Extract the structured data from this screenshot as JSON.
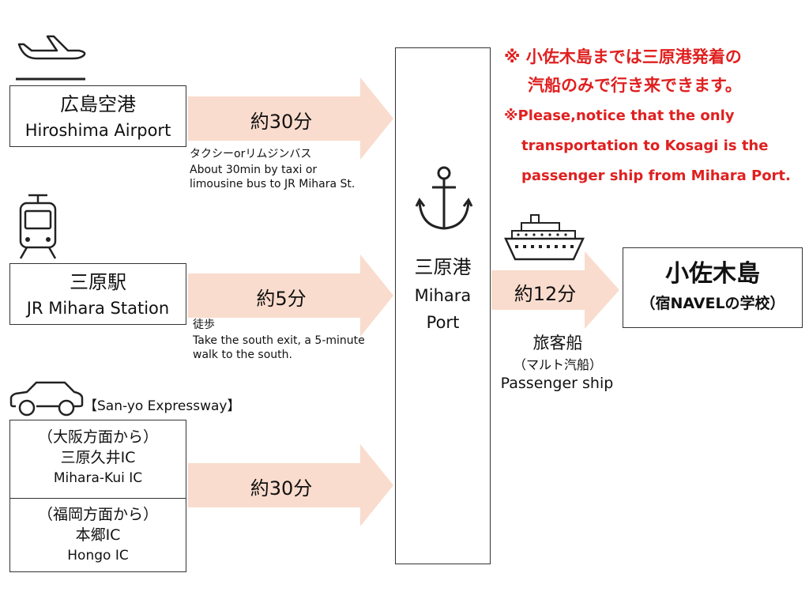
{
  "notice": {
    "jp_line1": "※ 小佐木島までは三原港発着の",
    "jp_line2": "汽船のみで行き来できます。",
    "en_line1": "※Please,notice that the only",
    "en_line2": "transportation to Kosagi is the",
    "en_line3": "passenger ship from Mihara Port."
  },
  "airport": {
    "jp": "広島空港",
    "en": "Hiroshima Airport",
    "time": "約30分",
    "note_jp": "タクシーorリムジンバス",
    "note_en1": "About 30min by taxi or",
    "note_en2": "limousine bus to JR Mihara St."
  },
  "station": {
    "jp": "三原駅",
    "en": "JR Mihara Station",
    "time": "約5分",
    "note_jp": "徒歩",
    "note_en1": "Take the south exit, a 5-minute",
    "note_en2": "walk to the south."
  },
  "car": {
    "expressway": "【San-yo Expressway】",
    "osaka_dir": "（大阪方面から）",
    "osaka_ic_jp": "三原久井IC",
    "osaka_ic_en": "Mihara-Kui IC",
    "fukuoka_dir": "（福岡方面から）",
    "fukuoka_ic_jp": "本郷IC",
    "fukuoka_ic_en": "Hongo IC",
    "time": "約30分"
  },
  "port": {
    "jp": "三原港",
    "en1": "Mihara",
    "en2": "Port"
  },
  "ship": {
    "time": "約12分",
    "jp": "旅客船",
    "sub_jp": "（マルト汽船）",
    "en": "Passenger ship"
  },
  "destination": {
    "jp": "小佐木島",
    "sub": "（宿NAVELの学校）"
  },
  "colors": {
    "arrow": "#f9dccd",
    "notice_red": "#e02020",
    "border": "#333333"
  },
  "icons": [
    "airplane-icon",
    "train-icon",
    "car-icon",
    "anchor-icon",
    "ship-icon"
  ]
}
